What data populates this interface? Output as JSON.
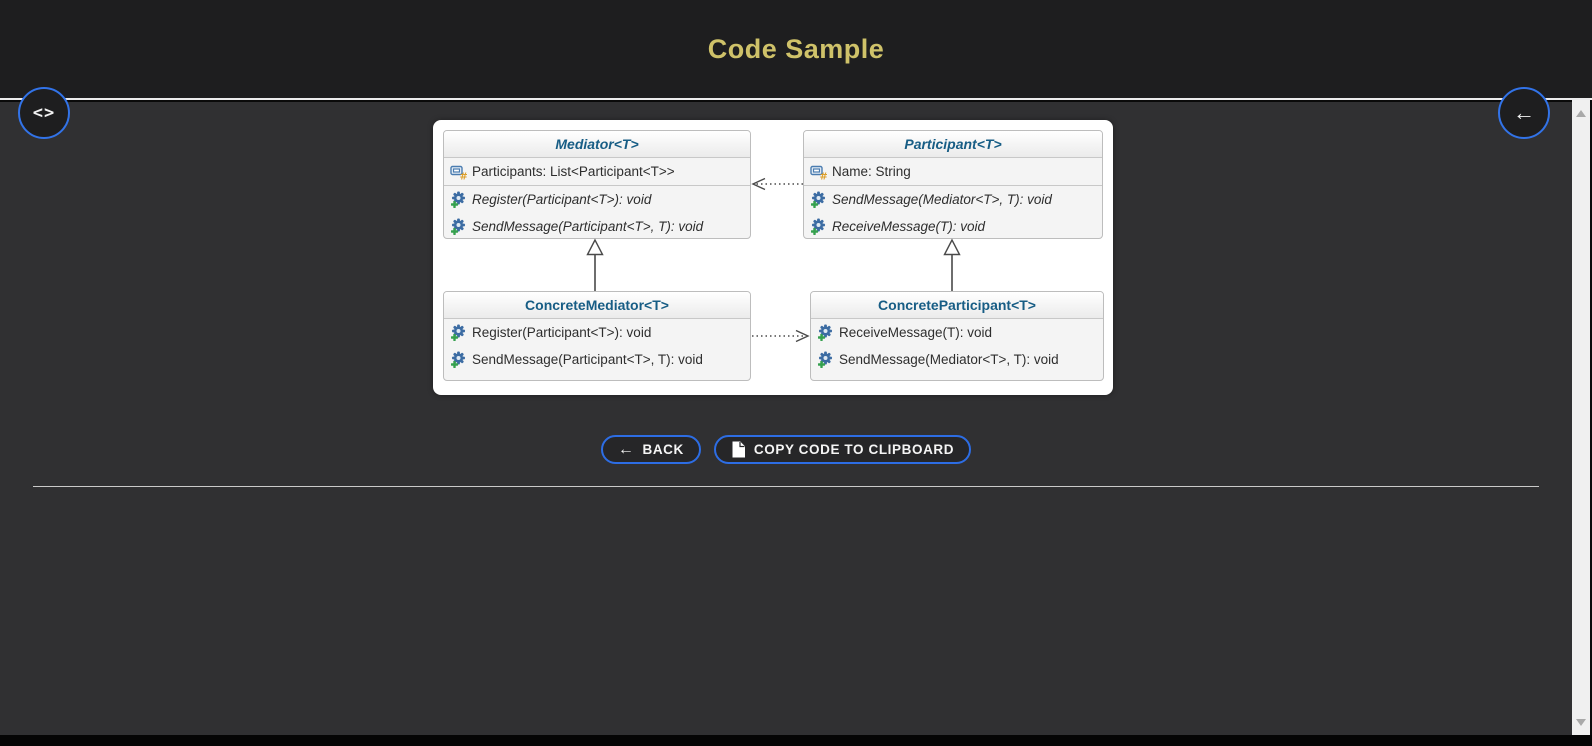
{
  "header": {
    "title": "Code Sample"
  },
  "nav": {
    "view_code_icon": "code-toggle-icon",
    "view_code_glyph": "<>",
    "back_icon": "back-arrow-icon",
    "back_glyph": "←"
  },
  "actions": {
    "back_label": "BACK",
    "back_arrow_glyph": "←",
    "copy_label": "COPY CODE TO CLIPBOARD",
    "copy_icon": "document-icon"
  },
  "scrollbar": {
    "up_icon": "scroll-up-icon",
    "down_icon": "scroll-down-icon"
  },
  "colors": {
    "header_bg": "#1e1e1f",
    "content_bg": "#303032",
    "title_gold": "#cfc269",
    "accent_blue": "#2d6de4",
    "class_title_blue": "#175d85",
    "panel_white": "#ffffff"
  },
  "diagram": {
    "classes": [
      {
        "id": "mediator",
        "name": "Mediator<T>",
        "abstract": true,
        "fields": [
          {
            "text": "Participants: List<Participant<T>>",
            "italic": false
          }
        ],
        "methods": [
          {
            "text": "Register(Participant<T>): void",
            "italic": true
          },
          {
            "text": "SendMessage(Participant<T>, T): void",
            "italic": true
          }
        ]
      },
      {
        "id": "participant",
        "name": "Participant<T>",
        "abstract": true,
        "fields": [
          {
            "text": "Name: String",
            "italic": false
          }
        ],
        "methods": [
          {
            "text": "SendMessage(Mediator<T>, T): void",
            "italic": true
          },
          {
            "text": "ReceiveMessage(T): void",
            "italic": true
          }
        ]
      },
      {
        "id": "concrete-mediator",
        "name": "ConcreteMediator<T>",
        "abstract": false,
        "fields": [],
        "methods": [
          {
            "text": "Register(Participant<T>): void",
            "italic": false
          },
          {
            "text": "SendMessage(Participant<T>, T): void",
            "italic": false
          }
        ]
      },
      {
        "id": "concrete-participant",
        "name": "ConcreteParticipant<T>",
        "abstract": false,
        "fields": [],
        "methods": [
          {
            "text": "ReceiveMessage(T): void",
            "italic": false
          },
          {
            "text": "SendMessage(Mediator<T>, T): void",
            "italic": false
          }
        ]
      }
    ],
    "relations": [
      {
        "type": "association-dotted",
        "from": "participant",
        "to": "mediator"
      },
      {
        "type": "association-dotted",
        "from": "concrete-mediator",
        "to": "concrete-participant"
      },
      {
        "type": "inheritance",
        "from": "concrete-mediator",
        "to": "mediator"
      },
      {
        "type": "inheritance",
        "from": "concrete-participant",
        "to": "participant"
      }
    ]
  }
}
